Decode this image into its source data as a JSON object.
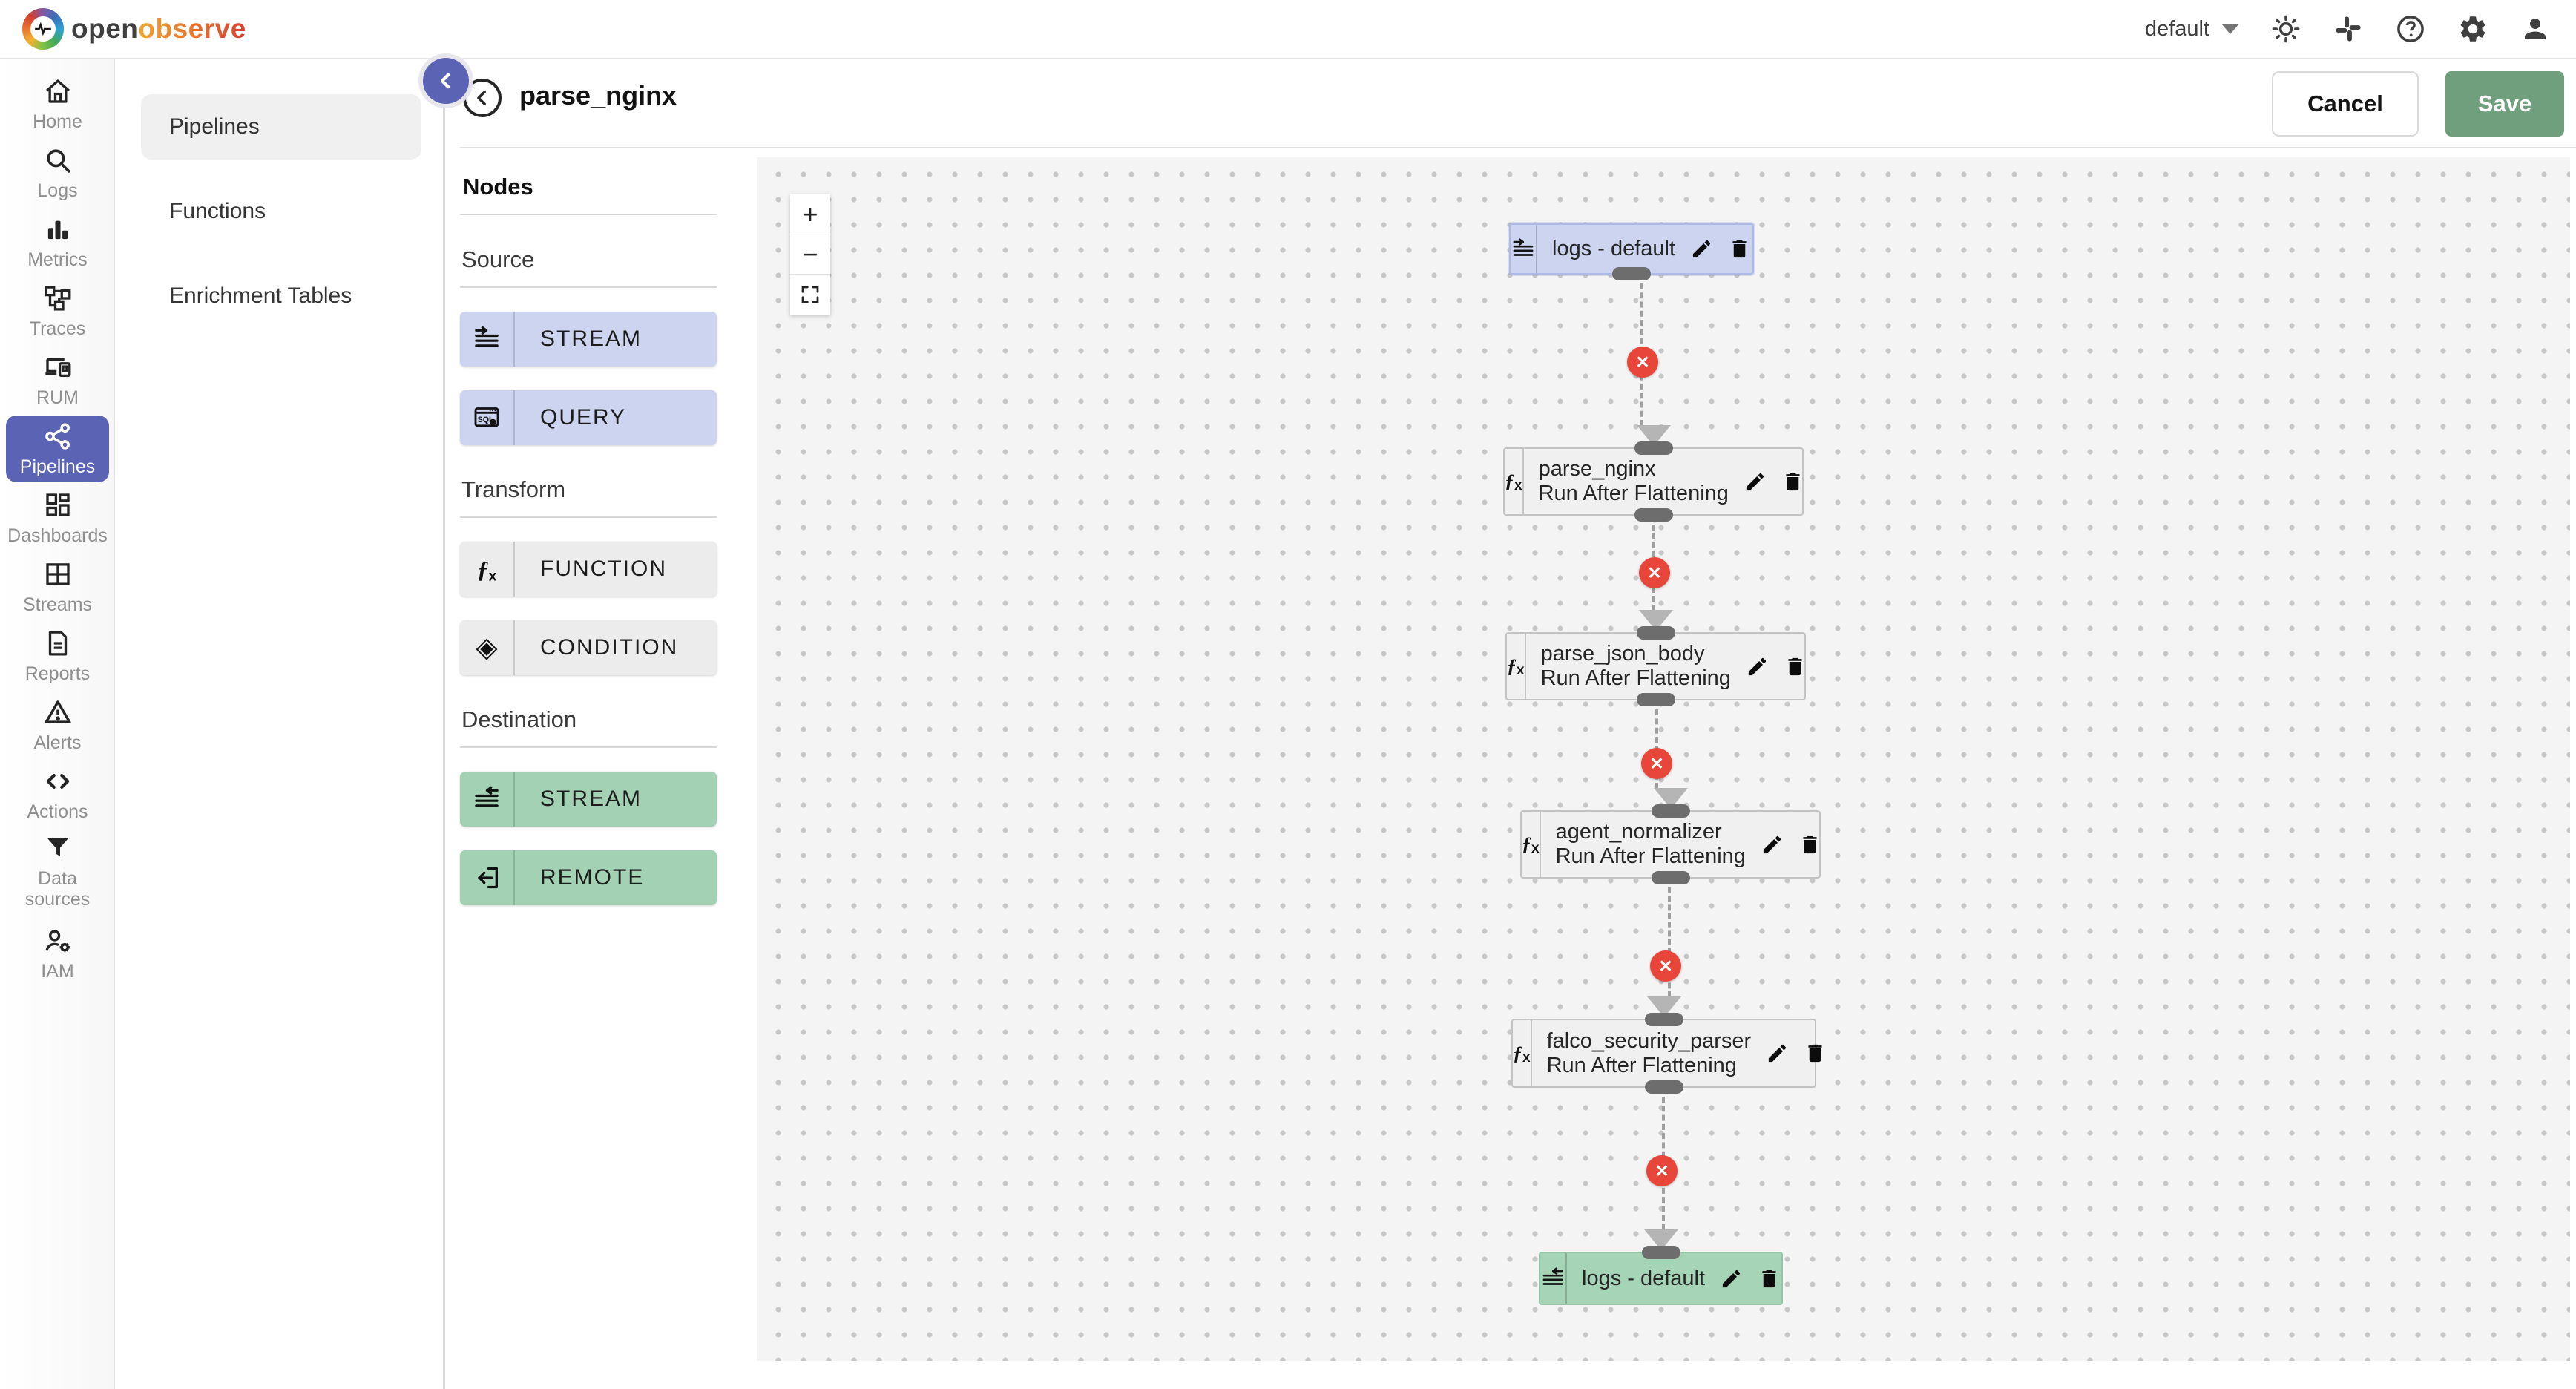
{
  "colors": {
    "primary_purple": "#5b63b5",
    "save_green": "#6f9f7d",
    "source_blue": "#ccd4f0",
    "transform_gray": "#ececec",
    "destination_green": "#a2d2b3",
    "edge_delete_red": "#e8463a"
  },
  "header": {
    "logo_open": "open",
    "logo_observe": "observe",
    "org_selector": "default",
    "icons": [
      "theme-light-icon",
      "slack-icon",
      "help-icon",
      "settings-icon",
      "user-icon"
    ]
  },
  "sidebar": {
    "items": [
      {
        "label": "Home",
        "icon": "home-icon",
        "active": false
      },
      {
        "label": "Logs",
        "icon": "search-icon",
        "active": false
      },
      {
        "label": "Metrics",
        "icon": "bar-chart-icon",
        "active": false
      },
      {
        "label": "Traces",
        "icon": "traces-icon",
        "active": false
      },
      {
        "label": "RUM",
        "icon": "devices-icon",
        "active": false
      },
      {
        "label": "Pipelines",
        "icon": "share-icon",
        "active": true
      },
      {
        "label": "Dashboards",
        "icon": "dashboard-icon",
        "active": false
      },
      {
        "label": "Streams",
        "icon": "table-icon",
        "active": false
      },
      {
        "label": "Reports",
        "icon": "document-icon",
        "active": false
      },
      {
        "label": "Alerts",
        "icon": "warning-icon",
        "active": false
      },
      {
        "label": "Actions",
        "icon": "code-icon",
        "active": false
      },
      {
        "label": "Data sources",
        "icon": "funnel-icon",
        "active": false
      },
      {
        "label": "IAM",
        "icon": "user-gear-icon",
        "active": false
      }
    ]
  },
  "subsidebar": {
    "items": [
      {
        "label": "Pipelines",
        "active": true
      },
      {
        "label": "Functions",
        "active": false
      },
      {
        "label": "Enrichment Tables",
        "active": false
      }
    ]
  },
  "toolbar": {
    "title": "parse_nginx",
    "cancel_label": "Cancel",
    "save_label": "Save"
  },
  "palette": {
    "title": "Nodes",
    "sections": [
      {
        "title": "Source",
        "buttons": [
          {
            "label": "STREAM",
            "icon": "stream-in-icon"
          },
          {
            "label": "QUERY",
            "icon": "sql-query-icon"
          }
        ]
      },
      {
        "title": "Transform",
        "buttons": [
          {
            "label": "FUNCTION",
            "icon": "function-icon"
          },
          {
            "label": "CONDITION",
            "icon": "condition-icon"
          }
        ]
      },
      {
        "title": "Destination",
        "buttons": [
          {
            "label": "STREAM",
            "icon": "stream-out-icon"
          },
          {
            "label": "REMOTE",
            "icon": "remote-icon"
          }
        ]
      }
    ]
  },
  "canvas": {
    "zoom_in": "+",
    "zoom_out": "−",
    "condition_glyph": "◈",
    "fx_glyph": "ƒ",
    "fx_sub": "x",
    "sql_label": "SQL",
    "nodes": [
      {
        "label": "logs - default",
        "type": "stream source"
      },
      {
        "label": "parse_nginx",
        "sublabel": "Run After Flattening",
        "type": "function"
      },
      {
        "label": "parse_json_body",
        "sublabel": "Run After Flattening",
        "type": "function"
      },
      {
        "label": "agent_normalizer",
        "sublabel": "Run After Flattening",
        "type": "function"
      },
      {
        "label": "falco_security_parser",
        "sublabel": "Run After Flattening",
        "type": "function"
      },
      {
        "label": "logs - default",
        "type": "stream destination"
      }
    ]
  }
}
